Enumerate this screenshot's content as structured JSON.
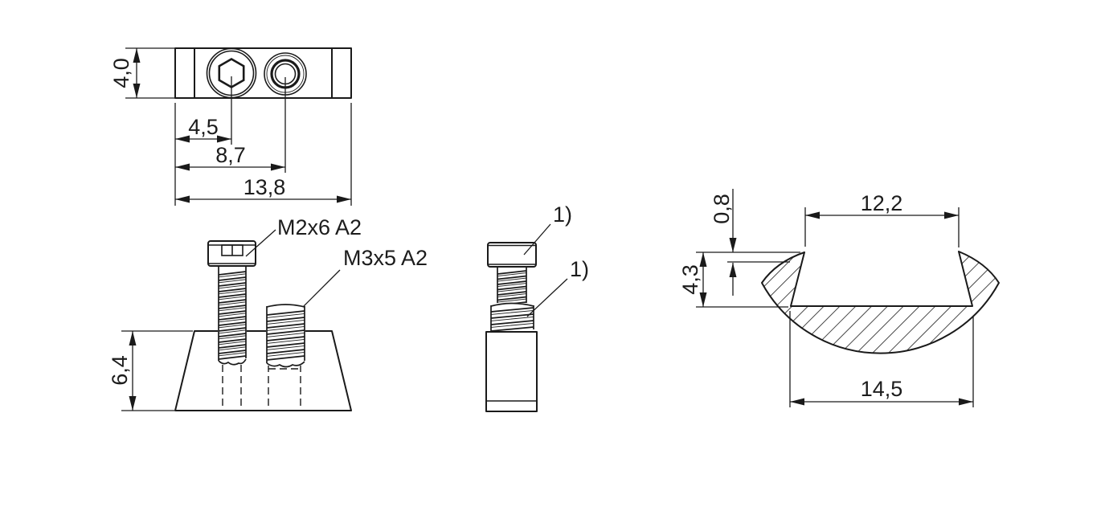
{
  "background": "#ffffff",
  "ink": "#1a1a1a",
  "drawing": {
    "type": "technical-drawing",
    "views": {
      "top": {
        "dim_height": "4,0",
        "dim_hole1": "4,5",
        "dim_hole2": "8,7",
        "dim_width": "13,8"
      },
      "front": {
        "dim_height": "6,4",
        "label_screw_m2": "M2x6 A2",
        "label_screw_m3": "M3x5 A2"
      },
      "side": {
        "callout_head": "1)",
        "callout_thread": "1)"
      },
      "profile": {
        "dim_lip": "0,8",
        "dim_depth": "4,3",
        "dim_slot_width": "12,2",
        "dim_base_width": "14,5"
      }
    }
  }
}
